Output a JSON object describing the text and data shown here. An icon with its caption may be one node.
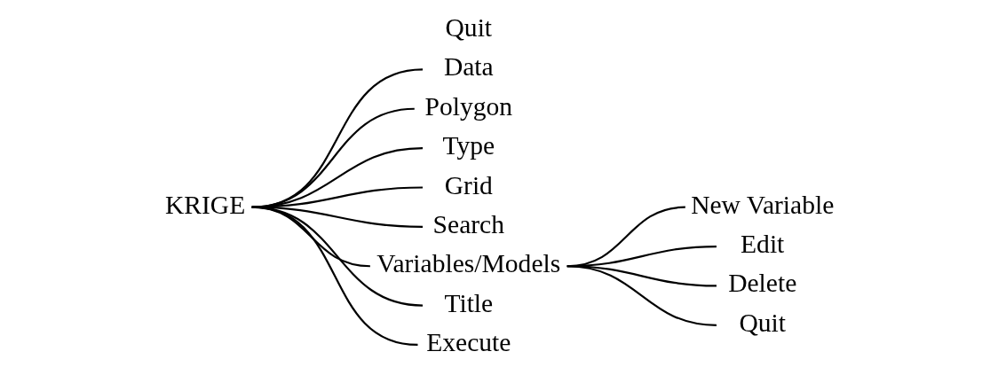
{
  "diagram": {
    "nodes": [
      {
        "text": [
          "KRIGE"
        ]
      },
      {
        "text": [
          "Data"
        ]
      },
      {
        "text": [
          "Polygon"
        ]
      },
      {
        "text": [
          "Type"
        ]
      },
      {
        "text": [
          "Grid"
        ]
      },
      {
        "text": [
          "Search"
        ]
      },
      {
        "text": [
          "Variables/Models"
        ]
      },
      {
        "text": [
          "Title"
        ]
      },
      {
        "text": [
          "Execute"
        ]
      },
      {
        "text": [
          "Quit"
        ]
      },
      {
        "text": [
          "New Variable"
        ]
      },
      {
        "text": [
          "Edit"
        ]
      },
      {
        "text": [
          "Delete"
        ]
      },
      {
        "text": [
          "Quit"
        ]
      }
    ],
    "edges": [
      {
        "from": 0,
        "to": 1,
        "arrow": "none"
      },
      {
        "from": 0,
        "to": 2,
        "arrow": "none"
      },
      {
        "from": 0,
        "to": 3,
        "arrow": "none"
      },
      {
        "from": 0,
        "to": 4,
        "arrow": "none"
      },
      {
        "from": 0,
        "to": 5,
        "arrow": "none"
      },
      {
        "from": 0,
        "to": 6,
        "arrow": "none"
      },
      {
        "from": 0,
        "to": 7,
        "arrow": "none"
      },
      {
        "from": 0,
        "to": 8,
        "arrow": "none"
      },
      {
        "from": 6,
        "to": 10,
        "arrow": "none"
      },
      {
        "from": 6,
        "to": 11,
        "arrow": "none"
      },
      {
        "from": 6,
        "to": 12,
        "arrow": "none"
      },
      {
        "from": 6,
        "to": 13,
        "arrow": "none"
      }
    ]
  }
}
